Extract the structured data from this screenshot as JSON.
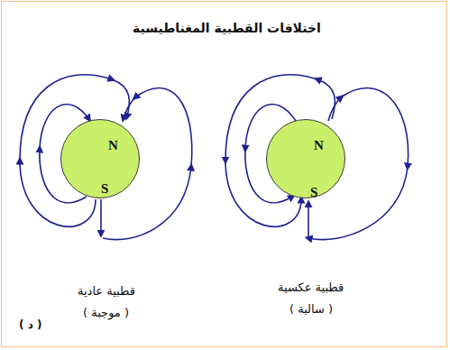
{
  "diagram": {
    "title": "اختلافات القطبية المغناطيسية",
    "nodes": [
      {
        "text": [
          "N",
          "S"
        ]
      },
      {
        "text": [
          "N",
          "S"
        ]
      }
    ],
    "labels": [
      "قطبية عادية",
      "( موجبة )",
      "قطبية عكسية",
      "( سالبة )",
      "( د )"
    ]
  }
}
